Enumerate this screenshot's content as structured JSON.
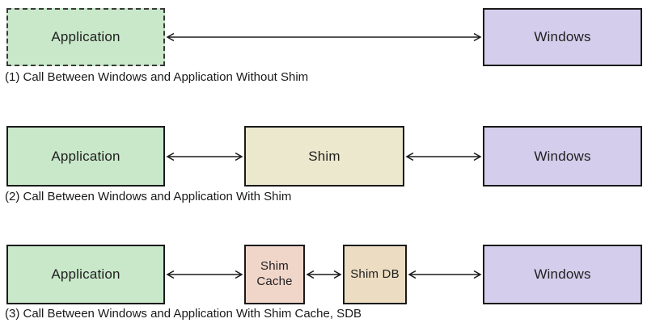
{
  "colors": {
    "application_fill": "#c9e8ca",
    "windows_fill": "#d4cdec",
    "shim_fill": "#ece8cd",
    "shim_cache_fill": "#f0d5c9",
    "shim_db_fill": "#ecdcc2",
    "border": "#1a1a1a",
    "text": "#1f1f1f"
  },
  "diagrams": [
    {
      "caption": "(1) Call Between Windows and Application Without Shim",
      "boxes": [
        {
          "label": "Application"
        },
        {
          "label": "Windows"
        }
      ],
      "arrows": [
        "application-windows"
      ]
    },
    {
      "caption": "(2) Call Between Windows and Application With Shim",
      "boxes": [
        {
          "label": "Application"
        },
        {
          "label": "Shim"
        },
        {
          "label": "Windows"
        }
      ],
      "arrows": [
        "application-shim",
        "shim-windows"
      ]
    },
    {
      "caption": "(3) Call Between Windows and Application With Shim Cache, SDB",
      "boxes": [
        {
          "label": "Application"
        },
        {
          "label": "Shim Cache"
        },
        {
          "label": "Shim DB"
        },
        {
          "label": "Windows"
        }
      ],
      "arrows": [
        "application-shimcache",
        "shimcache-shimdb",
        "shimdb-windows"
      ]
    }
  ]
}
